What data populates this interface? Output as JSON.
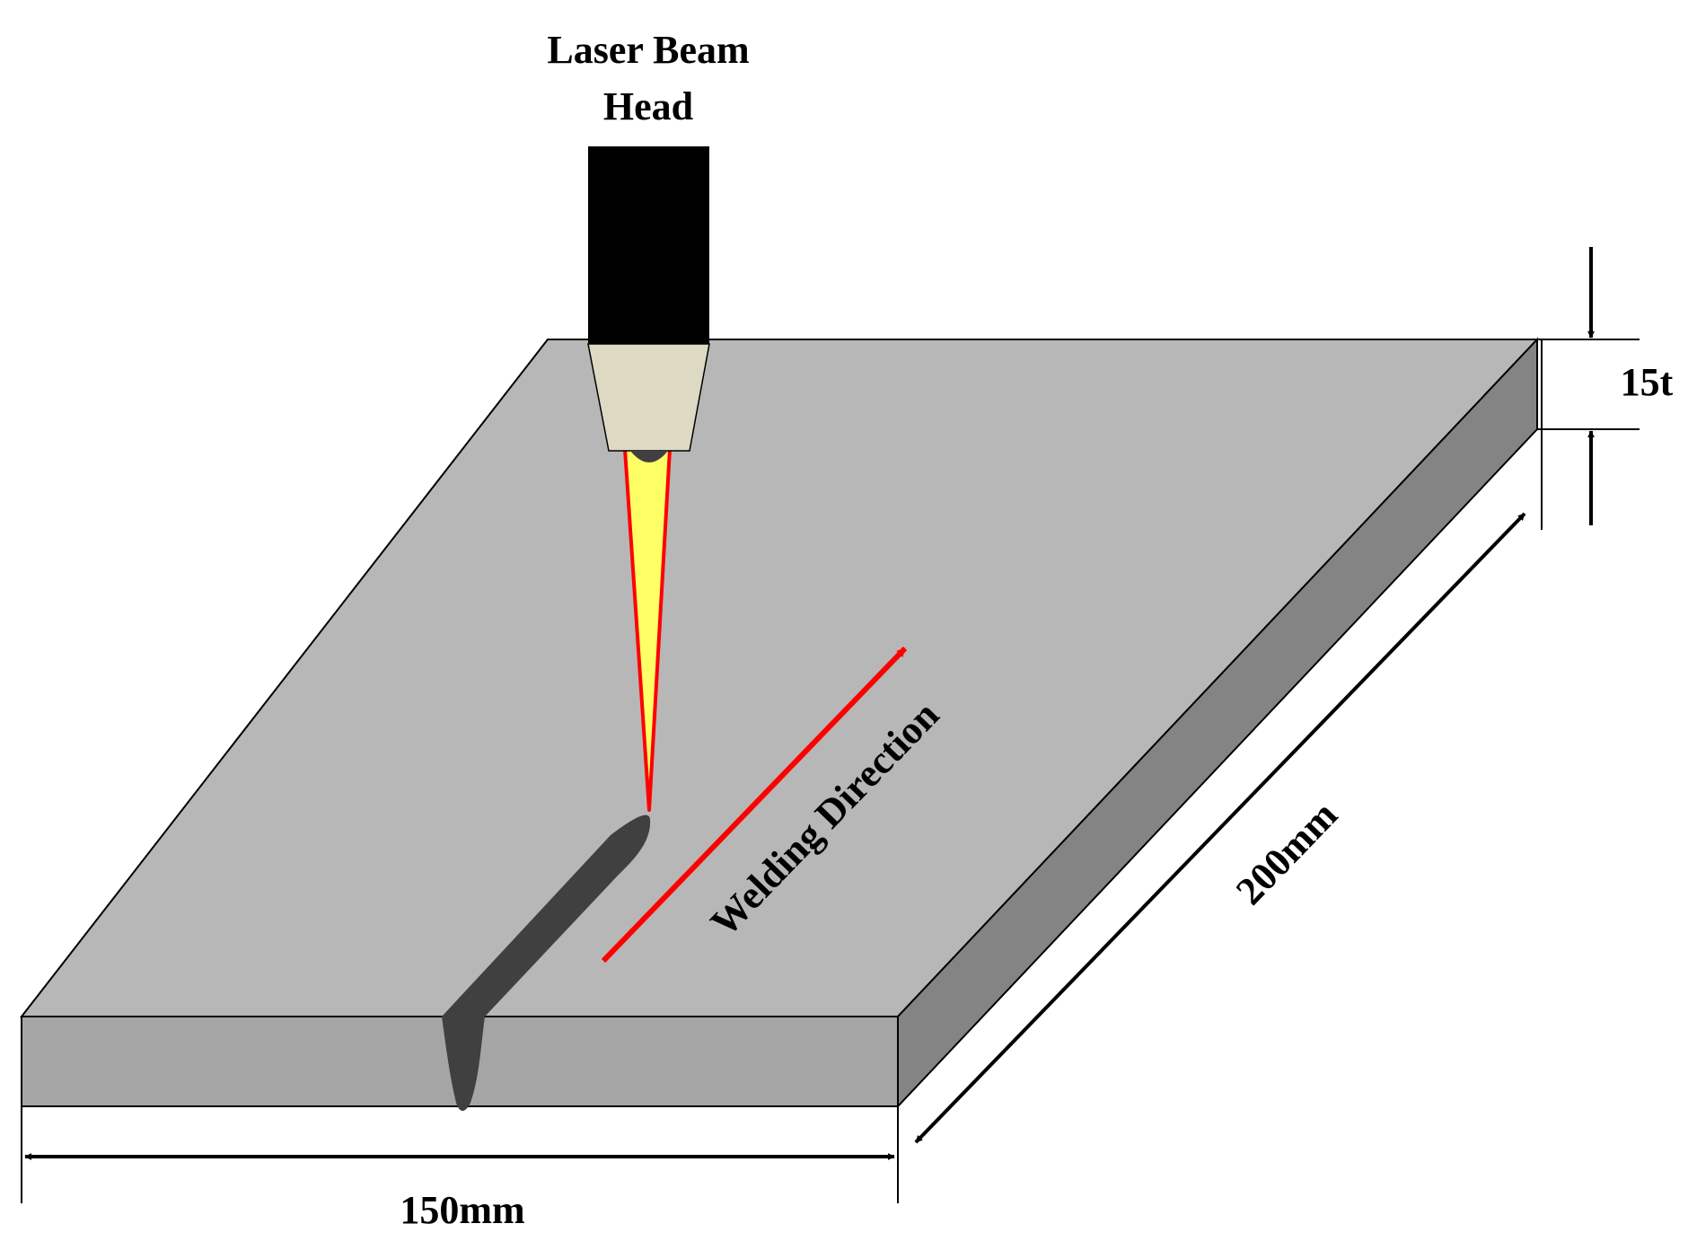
{
  "labels": {
    "head_line1": "Laser Beam",
    "head_line2": "Head",
    "thickness": "15t",
    "length": "200mm",
    "width": "150mm",
    "direction": "Welding Direction"
  },
  "colors": {
    "plate_top": "#b7b7b7",
    "plate_front": "#a5a5a5",
    "plate_side": "#848484",
    "head_body": "#000000",
    "nozzle": "#ddd9c3",
    "beam_fill": "#ffff66",
    "beam_outline": "#ff0000",
    "weld_bead": "#404040",
    "direction_arrow": "#ff0000",
    "dimension_line": "#000000"
  }
}
